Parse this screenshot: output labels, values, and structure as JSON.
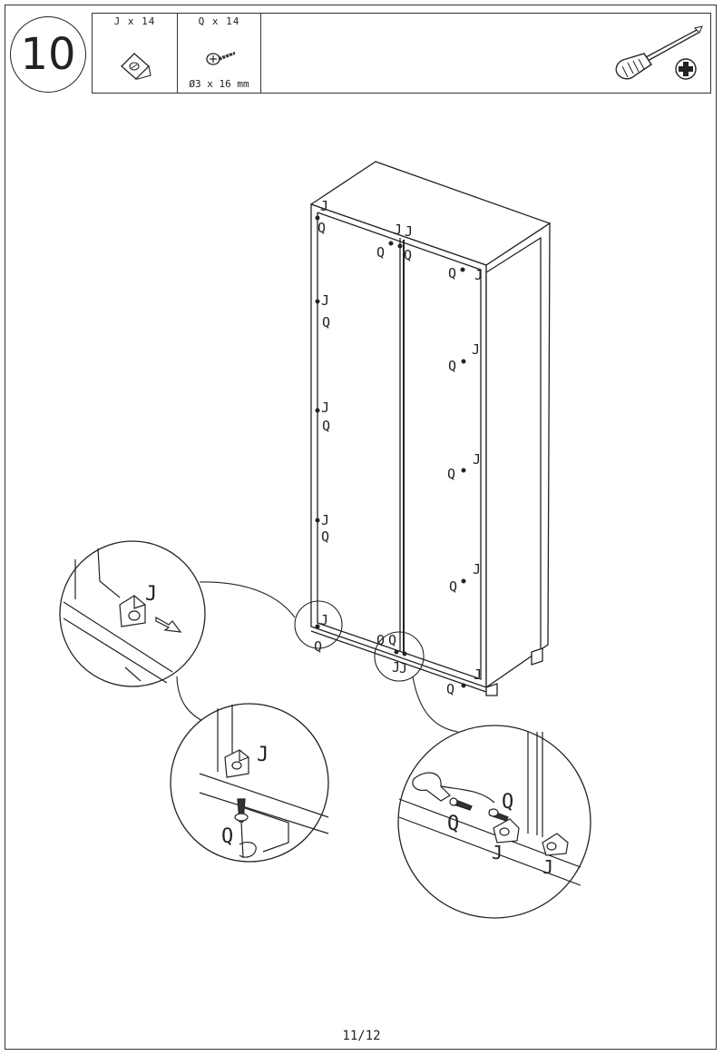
{
  "step": {
    "number": "10"
  },
  "parts": [
    {
      "letter": "J",
      "qty_label": "J x 14",
      "icon": "corner-bracket-icon",
      "spec": ""
    },
    {
      "letter": "Q",
      "qty_label": "Q x 14",
      "icon": "screw-icon",
      "spec": "Ø3 x 16 mm"
    }
  ],
  "tool": {
    "icon": "phillips-screwdriver-icon"
  },
  "labels": {
    "bracket": "J",
    "screw": "Q"
  },
  "page": {
    "number": "11/12"
  }
}
